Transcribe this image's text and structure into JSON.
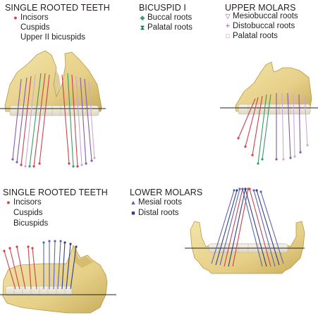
{
  "colors": {
    "bone": "#ead996",
    "bone_edge": "#b89a48",
    "incisor_red": "#c8434b",
    "buccal_green": "#3a9a6a",
    "palatal_purple": "#8a5aa8",
    "mesial_blue": "#5b63b6",
    "distal_navy": "#2f3e8a",
    "lilac": "#c9a8d8"
  },
  "panels": {
    "upper_single": {
      "title": "SINGLE ROOTED TEETH",
      "items": [
        {
          "marker": "red-dot-icon",
          "label": "Incisors"
        },
        {
          "marker": "",
          "label": "Cuspids"
        },
        {
          "marker": "",
          "label": "Upper II bicuspids"
        }
      ]
    },
    "bicuspid_i": {
      "title": "BICUSPID I",
      "items": [
        {
          "marker": "green-diamond-icon",
          "label": "Buccal roots"
        },
        {
          "marker": "green-hourglass-icon",
          "label": "Palatal roots"
        }
      ]
    },
    "upper_molars": {
      "title": "UPPER MOLARS",
      "items": [
        {
          "marker": "open-triangle-icon",
          "label": "Mesiobuccal roots"
        },
        {
          "marker": "plus-icon",
          "label": "Distobuccal roots"
        },
        {
          "marker": "open-square-icon",
          "label": "Palatal roots"
        }
      ]
    },
    "lower_single": {
      "title": "SINGLE ROOTED TEETH",
      "items": [
        {
          "marker": "red-dot-icon",
          "label": "Incisors"
        },
        {
          "marker": "",
          "label": "Cuspids"
        },
        {
          "marker": "",
          "label": "Bicuspids"
        }
      ]
    },
    "lower_molars": {
      "title": "LOWER MOLARS",
      "items": [
        {
          "marker": "blue-triangle-icon",
          "label": "Mesial roots"
        },
        {
          "marker": "blue-square-icon",
          "label": "Distal roots"
        }
      ]
    }
  }
}
